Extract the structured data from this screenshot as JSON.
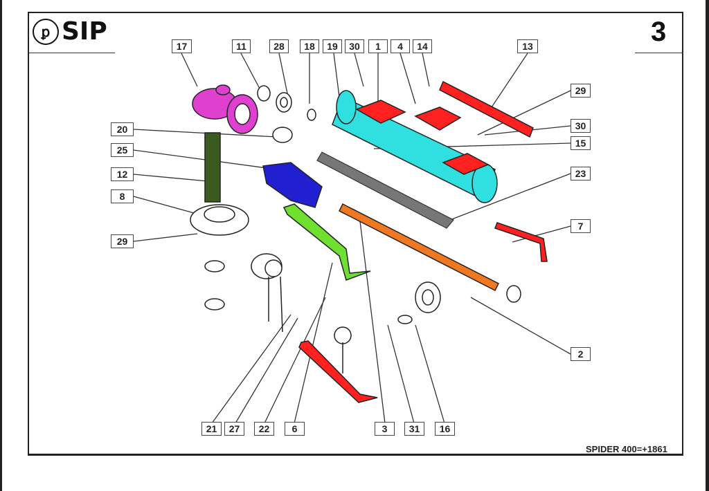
{
  "header": {
    "brand": "SIP",
    "logo_glyph": "ꝑ",
    "page_number": "3"
  },
  "footer": {
    "model_code": "SPIDER 400=+1861"
  },
  "colors": {
    "gearbox_housing": "#e040d0",
    "shaft": "#3a5a20",
    "tine_bracket": "#2020d0",
    "main_tube": "#30e0e0",
    "plates": "#ff2020",
    "arm_green": "#70e030",
    "rod_orange": "#f07820",
    "spring_lever_red": "#ff2020"
  },
  "callouts": [
    {
      "id": "17",
      "label": "17"
    },
    {
      "id": "11",
      "label": "11"
    },
    {
      "id": "28",
      "label": "28"
    },
    {
      "id": "18",
      "label": "18"
    },
    {
      "id": "19",
      "label": "19"
    },
    {
      "id": "30a",
      "label": "30"
    },
    {
      "id": "1",
      "label": "1"
    },
    {
      "id": "4",
      "label": "4"
    },
    {
      "id": "14",
      "label": "14"
    },
    {
      "id": "13",
      "label": "13"
    },
    {
      "id": "29a",
      "label": "29"
    },
    {
      "id": "30b",
      "label": "30"
    },
    {
      "id": "15",
      "label": "15"
    },
    {
      "id": "23",
      "label": "23"
    },
    {
      "id": "7",
      "label": "7"
    },
    {
      "id": "2",
      "label": "2"
    },
    {
      "id": "20",
      "label": "20"
    },
    {
      "id": "25",
      "label": "25"
    },
    {
      "id": "12",
      "label": "12"
    },
    {
      "id": "8",
      "label": "8"
    },
    {
      "id": "29b",
      "label": "29"
    },
    {
      "id": "21",
      "label": "21"
    },
    {
      "id": "27",
      "label": "27"
    },
    {
      "id": "22",
      "label": "22"
    },
    {
      "id": "6",
      "label": "6"
    },
    {
      "id": "3",
      "label": "3"
    },
    {
      "id": "31",
      "label": "31"
    },
    {
      "id": "16",
      "label": "16"
    }
  ]
}
